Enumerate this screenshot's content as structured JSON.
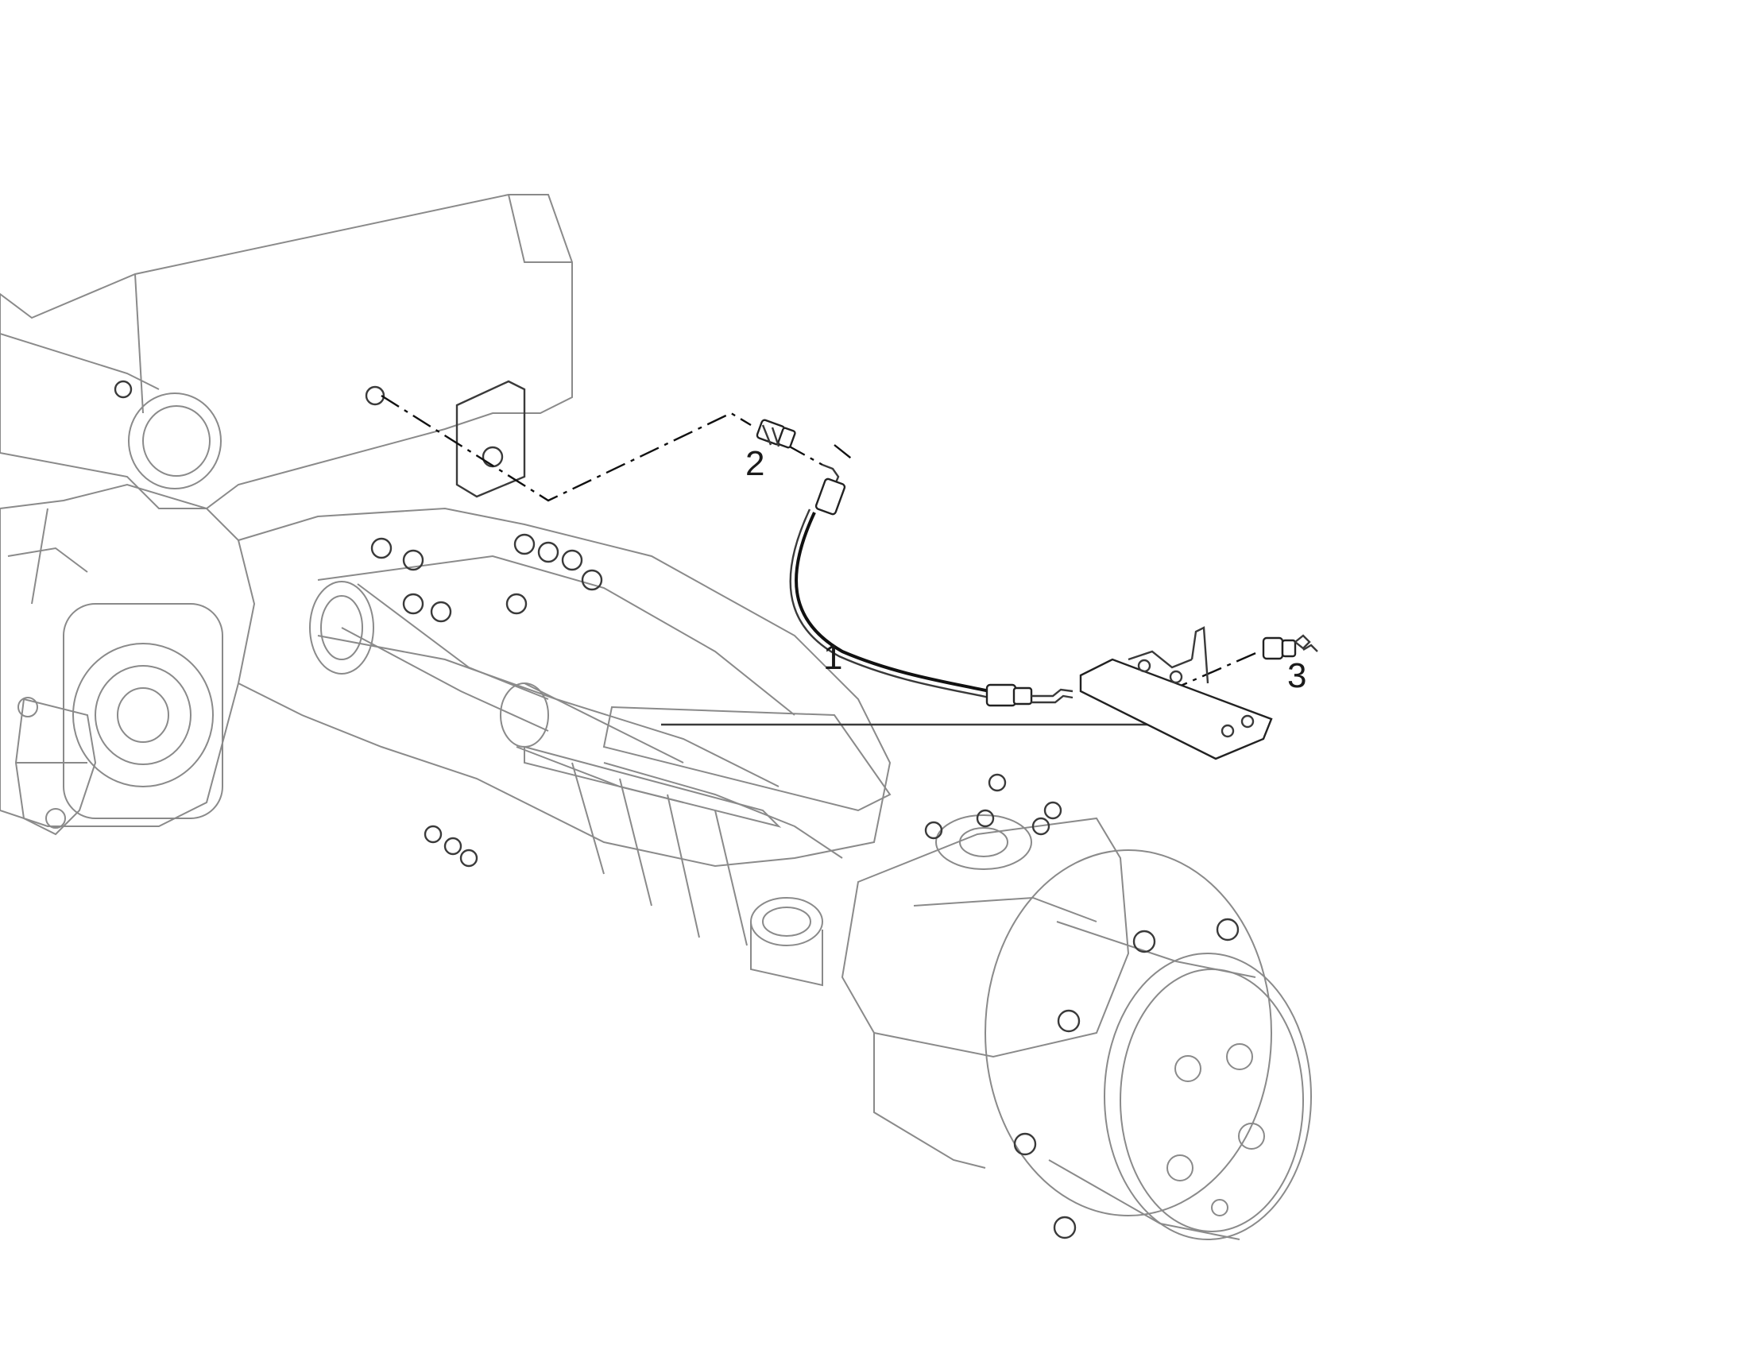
{
  "callouts": [
    {
      "id": 1,
      "label": "1"
    },
    {
      "id": 2,
      "label": "2"
    },
    {
      "id": 3,
      "label": "3"
    }
  ],
  "colors": {
    "background": "#ffffff",
    "line": "#8a8a8a",
    "line_dark": "#111111"
  }
}
